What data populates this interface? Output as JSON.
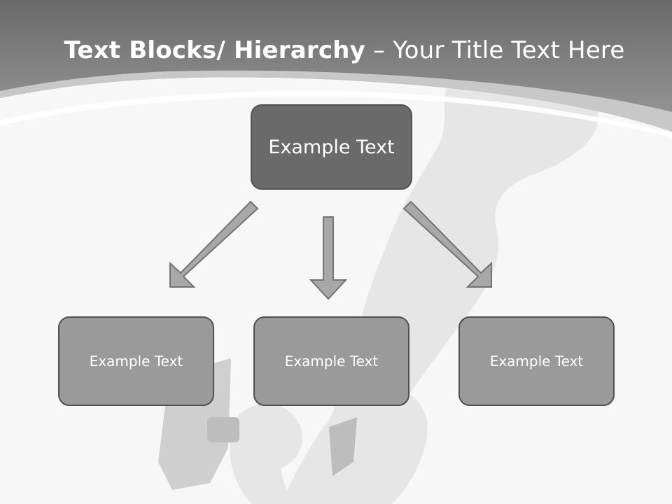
{
  "title": {
    "bold": "Text Blocks/ Hierarchy",
    "separator": " – ",
    "rest": "Your Title Text Here"
  },
  "hierarchy": {
    "top": "Example Text",
    "children": [
      "Example Text",
      "Example Text",
      "Example Text"
    ]
  },
  "colors": {
    "header_band": "#8c8c8c",
    "top_box": "#6a6a6a",
    "child_box": "#9a9a9a",
    "arrow_fill": "#a8a8a8",
    "arrow_stroke": "#737373"
  }
}
